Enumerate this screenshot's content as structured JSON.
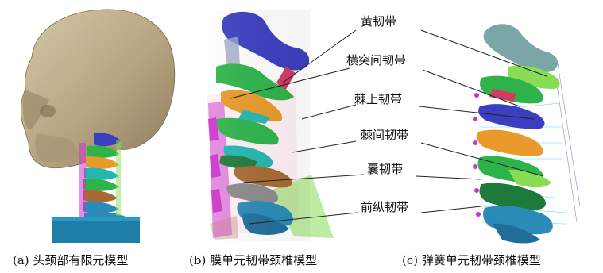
{
  "captions": {
    "a": "(a) 头颈部有限元模型",
    "b": "(b) 膜单元韧带颈椎模型",
    "c": "(c) 弹簧单元韧带颈椎模型"
  },
  "ligament_labels": [
    "黄韧带",
    "横突间韧带",
    "棘上韧带",
    "棘间韧带",
    "囊韧带",
    "前纵韧带"
  ],
  "colors": {
    "skull": "#b6a480",
    "base_block": "#1f7fa8",
    "vertebra_palette": [
      "#3a3fc0",
      "#2db34a",
      "#e89a2a",
      "#22b7b0",
      "#a76a30",
      "#8a8a8a",
      "#2a8ab8",
      "#cc33cc",
      "#88dd55"
    ],
    "leader_line": "#222222"
  }
}
